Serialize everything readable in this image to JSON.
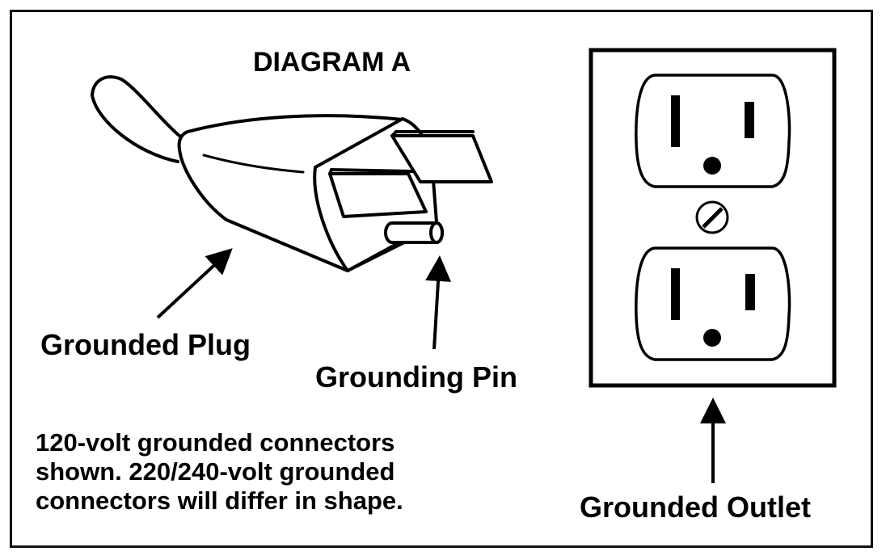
{
  "title": "DIAGRAM A",
  "labels": {
    "grounded_plug": "Grounded Plug",
    "grounding_pin": "Grounding Pin",
    "grounded_outlet": "Grounded Outlet"
  },
  "note": {
    "line1": "120-volt grounded connectors",
    "line2": "shown. 220/240-volt grounded",
    "line3": "connectors will differ in shape."
  }
}
